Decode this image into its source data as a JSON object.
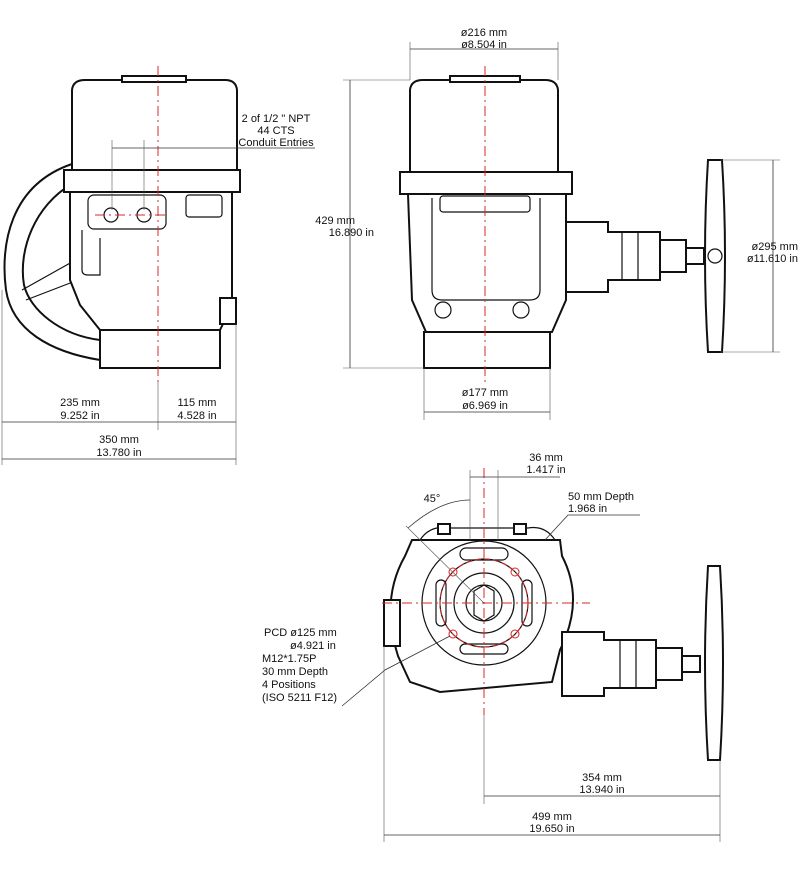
{
  "colors": {
    "centerline": "#d62828",
    "outline": "#111111",
    "dimension": "#333333",
    "background": "#ffffff"
  },
  "labels": {
    "conduit": {
      "line1": "2 of 1/2 \" NPT",
      "line2": "44 CTS",
      "line3": "Conduit Entries"
    },
    "dia_top": {
      "mm": "ø216 mm",
      "in": "ø8.504 in"
    },
    "height": {
      "mm": "429 mm",
      "in": "16.890 in"
    },
    "handwheel": {
      "mm": "ø295 mm",
      "in": "ø11.610 in"
    },
    "base": {
      "mm": "ø177 mm",
      "in": "ø6.969 in"
    },
    "left_width": {
      "mm": "235 mm",
      "in": "9.252 in"
    },
    "right_width": {
      "mm": "115 mm",
      "in": "4.528 in"
    },
    "total_width": {
      "mm": "350 mm",
      "in": "13.780 in"
    },
    "bore": {
      "mm": "36 mm",
      "in": "1.417 in"
    },
    "angle": "45°",
    "depth": {
      "mm": "50 mm Depth",
      "in": "1.968 in"
    },
    "pcd": {
      "line1": "PCD ø125 mm",
      "line2": "ø4.921 in",
      "line3": "M12*1.75P",
      "line4": "30 mm Depth",
      "line5": "4 Positions",
      "line6": "(ISO 5211 F12)"
    },
    "offset": {
      "mm": "354 mm",
      "in": "13.940 in"
    },
    "overall": {
      "mm": "499 mm",
      "in": "19.650 in"
    }
  }
}
